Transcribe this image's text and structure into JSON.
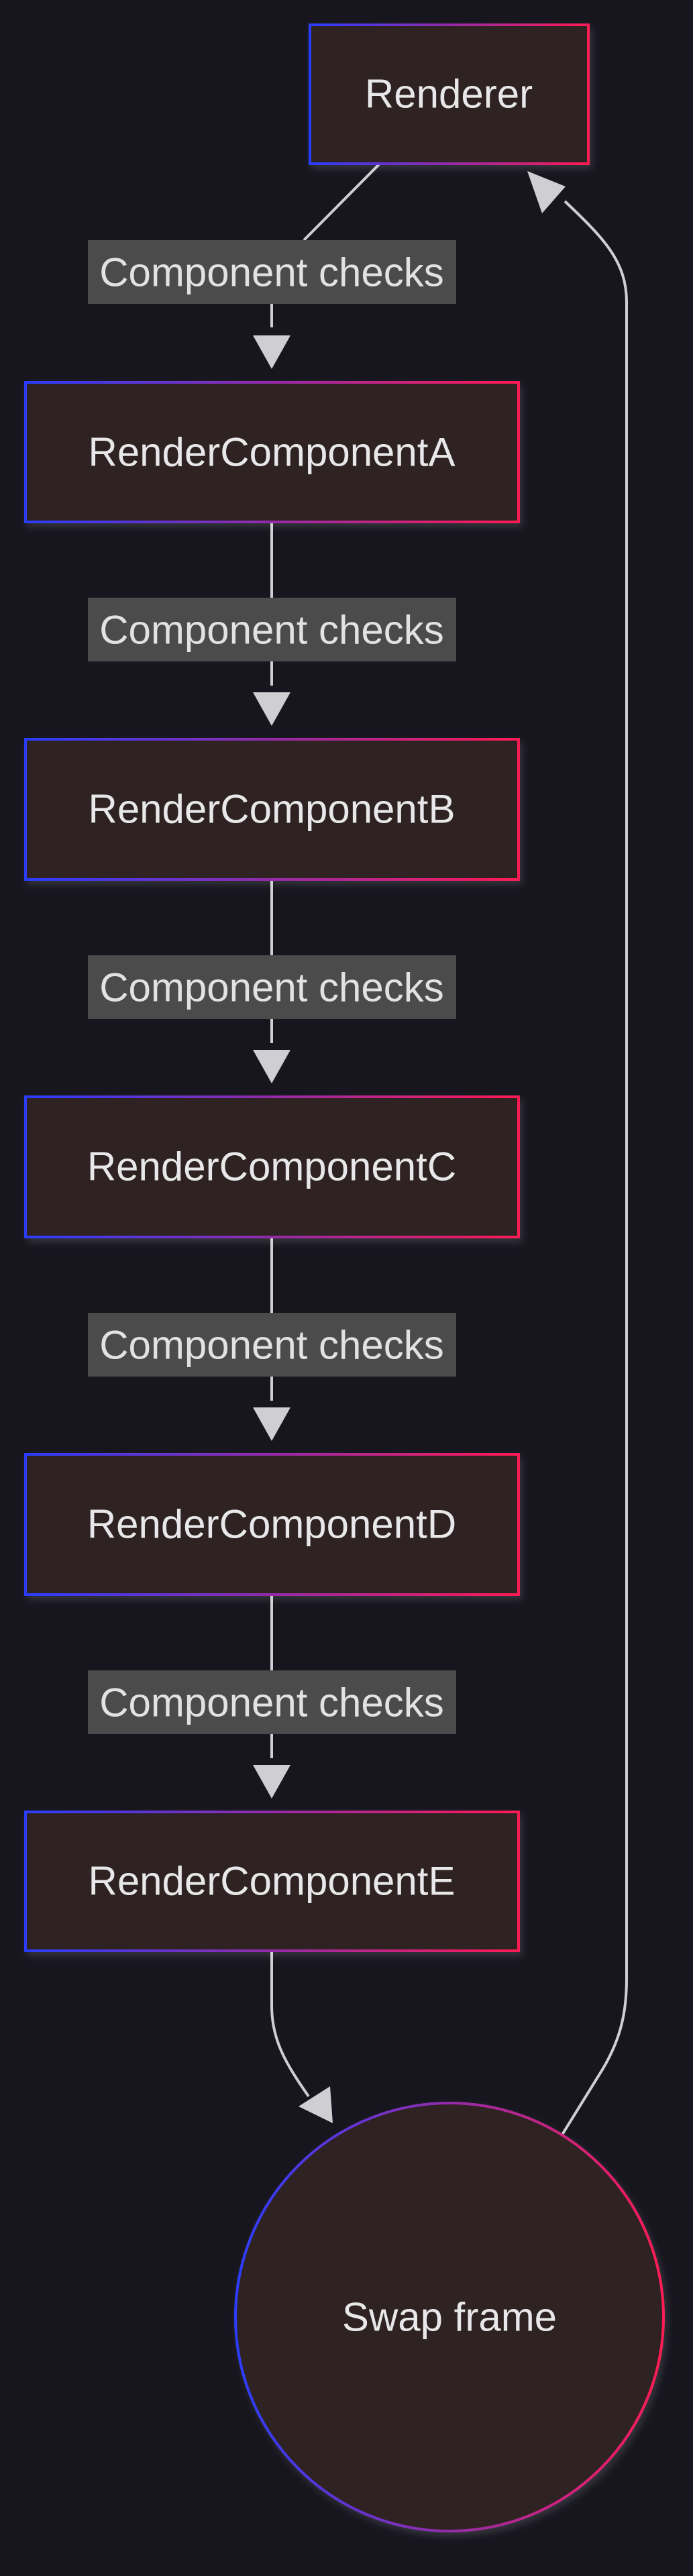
{
  "colors": {
    "background": "#17161f",
    "node_fill": "#2e2222",
    "gradient_start": "#2a3dff",
    "gradient_end": "#ff1a55",
    "edge_color": "#cfcfd3",
    "edge_label_bg": "#4b4b4b",
    "text": "#e8e8ea"
  },
  "nodes": {
    "renderer": "Renderer",
    "component_a": "RenderComponentA",
    "component_b": "RenderComponentB",
    "component_c": "RenderComponentC",
    "component_d": "RenderComponentD",
    "component_e": "RenderComponentE",
    "swap_frame": "Swap frame"
  },
  "edges": {
    "renderer_to_a": "Component checks",
    "a_to_b": "Component checks",
    "b_to_c": "Component checks",
    "c_to_d": "Component checks",
    "d_to_e": "Component checks"
  }
}
